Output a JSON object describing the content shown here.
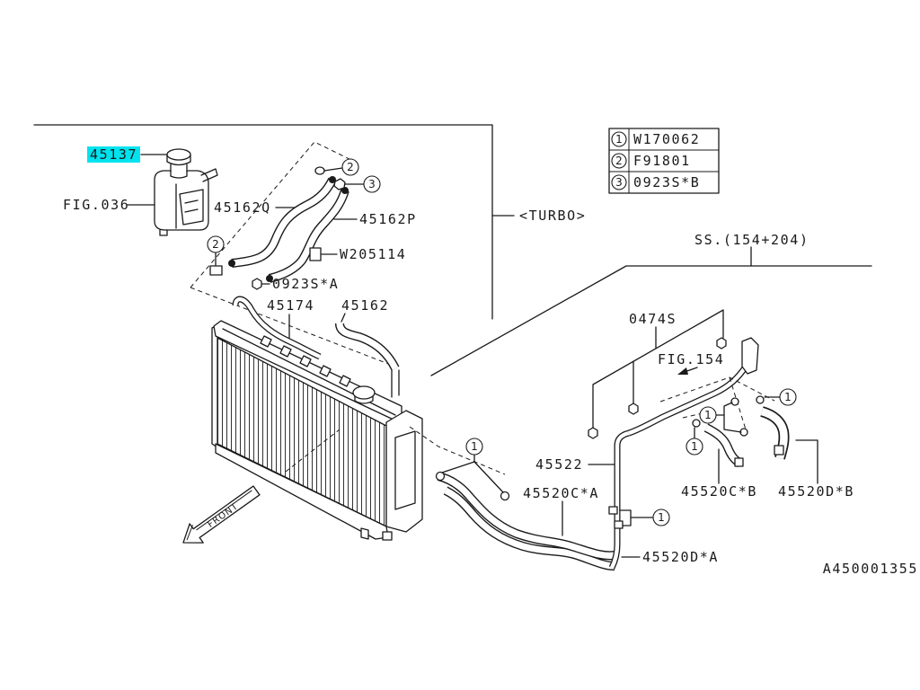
{
  "diagram": {
    "parts": {
      "reservoir": "45137",
      "reservoir_ref": "FIG.036",
      "hose_q": "45162Q",
      "hose_p": "45162P",
      "clamp_w": "W205114",
      "bolt_a": "0923S*A",
      "hose_174": "45174",
      "hose_162": "45162",
      "bolt_0474s": "0474S",
      "cooler_ref": "FIG.154",
      "pipe_522": "45522",
      "hose_c_a": "45520C*A",
      "hose_c_b": "45520C*B",
      "hose_d_b": "45520D*B",
      "hose_d_a": "45520D*A"
    },
    "variant_labels": {
      "turbo": "<TURBO>",
      "ss": "SS.(154+204)"
    },
    "front_arrow": "FRONT",
    "legend": [
      {
        "key": "1",
        "part": "W170062"
      },
      {
        "key": "2",
        "part": "F91801"
      },
      {
        "key": "3",
        "part": "0923S*B"
      }
    ],
    "callouts": [
      "2",
      "3",
      "2",
      "1",
      "1",
      "1",
      "1",
      "1"
    ],
    "reference_id": "A450001355"
  },
  "colors": {
    "highlight": "#00e3ee",
    "ink": "#1a1a1a"
  }
}
